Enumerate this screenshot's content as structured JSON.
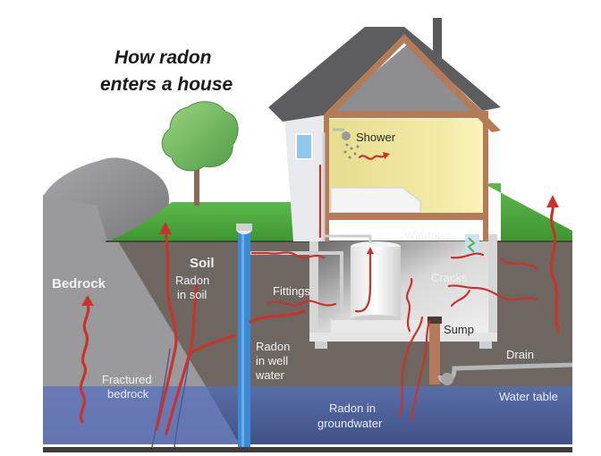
{
  "title": {
    "line1": "How radon",
    "line2": "enters a house"
  },
  "labels": {
    "bedrock": "Bedrock",
    "soil": "Soil",
    "radon_in_soil_1": "Radon",
    "radon_in_soil_2": "in soil",
    "fractured_bedrock_1": "Fractured",
    "fractured_bedrock_2": "bedrock",
    "radon_in_well_water_1": "Radon",
    "radon_in_well_water_2": "in well",
    "radon_in_well_water_3": "water",
    "fittings": "Fittings",
    "shower": "Shower",
    "windows": "Windows",
    "cracks": "Cracks",
    "sump": "Sump",
    "drain": "Drain",
    "water_table": "Water table",
    "radon_in_groundwater_1": "Radon in",
    "radon_in_groundwater_2": "groundwater"
  },
  "colors": {
    "radon_arrow": "#c8342b",
    "soil": "#6e6661",
    "bedrock": "#9a9a9c",
    "groundwater": "#4a5e92",
    "grass": "#4fa63c",
    "well_pipe": "#3b8ad6",
    "house_interior": "#efe6a0",
    "roof": "#5d5d60",
    "frame": "#b37b56"
  }
}
